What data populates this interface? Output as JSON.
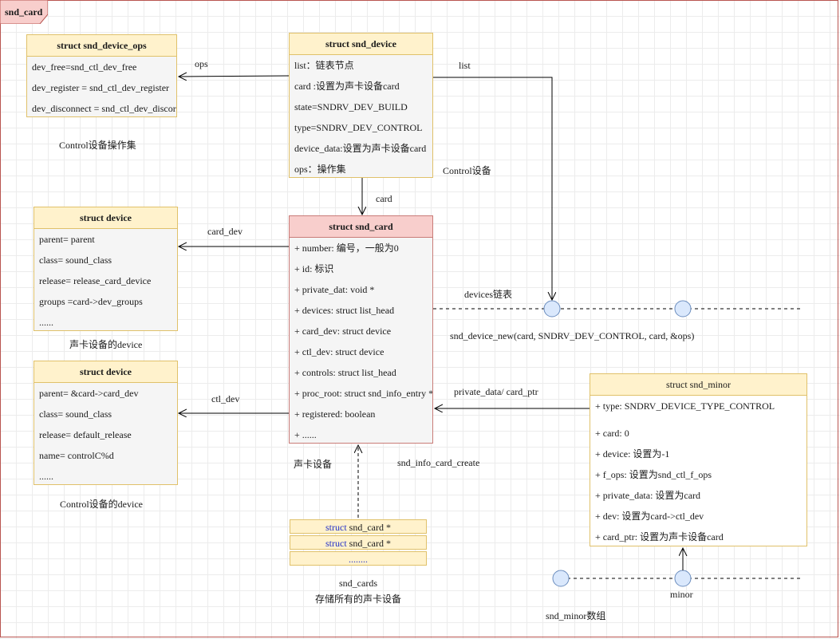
{
  "title_tag": "snd_card",
  "ops_box": {
    "title": "struct snd_device_ops",
    "rows": [
      "dev_free=snd_ctl_dev_free",
      "dev_register = snd_ctl_dev_register",
      "dev_disconnect = snd_ctl_dev_discor"
    ],
    "caption": "Control设备操作集"
  },
  "snd_device_box": {
    "title": "struct snd_device",
    "rows": [
      "list：链表节点",
      "card :设置为声卡设备card",
      "state=SNDRV_DEV_BUILD",
      "type=SNDRV_DEV_CONTROL",
      "device_data:设置为声卡设备card",
      "ops：操作集"
    ],
    "caption": "Control设备"
  },
  "card_device_box": {
    "title": "struct device",
    "rows": [
      "parent= parent",
      "class= sound_class",
      "release= release_card_device",
      "groups =card->dev_groups",
      "......"
    ],
    "caption": "声卡设备的device"
  },
  "ctl_device_box": {
    "title": "struct device",
    "rows": [
      "parent= &card->card_dev",
      "class= sound_class",
      "release= default_release",
      "name= controlC%d",
      "......"
    ],
    "caption": "Control设备的device"
  },
  "snd_card_box": {
    "title": "struct snd_card",
    "rows": [
      "+ number: 编号，一般为0",
      "+ id: 标识",
      "+ private_dat: void *",
      "+ devices: struct list_head",
      "+ card_dev: struct device",
      "+ ctl_dev: struct device",
      "+ controls: struct list_head",
      "+ proc_root: struct snd_info_entry *",
      "+ registered: boolean",
      "+ ......"
    ],
    "caption": "声卡设备"
  },
  "snd_minor_box": {
    "title": "struct snd_minor",
    "rows": [
      "+ type: SNDRV_DEVICE_TYPE_CONTROL",
      "+ card: 0",
      "+ device: 设置为-1",
      "+ f_ops: 设置为snd_ctl_f_ops",
      "+ private_data: 设置为card",
      "+ dev: 设置为card->ctl_dev",
      "+ card_ptr: 设置为声卡设备card"
    ]
  },
  "snd_cards_array": {
    "rows": [
      {
        "kw": "struct",
        "rest": " snd_card *"
      },
      {
        "kw": "struct",
        "rest": " snd_card *"
      },
      {
        "kw": "",
        "rest": "........"
      }
    ],
    "caption_1": "snd_cards",
    "caption_2": "存储所有的声卡设备"
  },
  "edge_labels": {
    "ops": "ops",
    "list": "list",
    "card": "card",
    "card_dev": "card_dev",
    "ctl_dev": "ctl_dev",
    "devices_list": "devices链表",
    "snd_device_new": "snd_device_new(card, SNDRV_DEV_CONTROL, card, &ops)",
    "private_data": "private_data/ card_ptr",
    "snd_info_card_create": "snd_info_card_create",
    "minor": "minor",
    "snd_minor_array": "snd_minor数组"
  },
  "colors": {
    "frame_border": "#b85450",
    "header_yellow": "#fff2cc",
    "header_red": "#f8cecc",
    "node_blue": "#dae8fc",
    "keyword_blue": "#2432c7"
  }
}
